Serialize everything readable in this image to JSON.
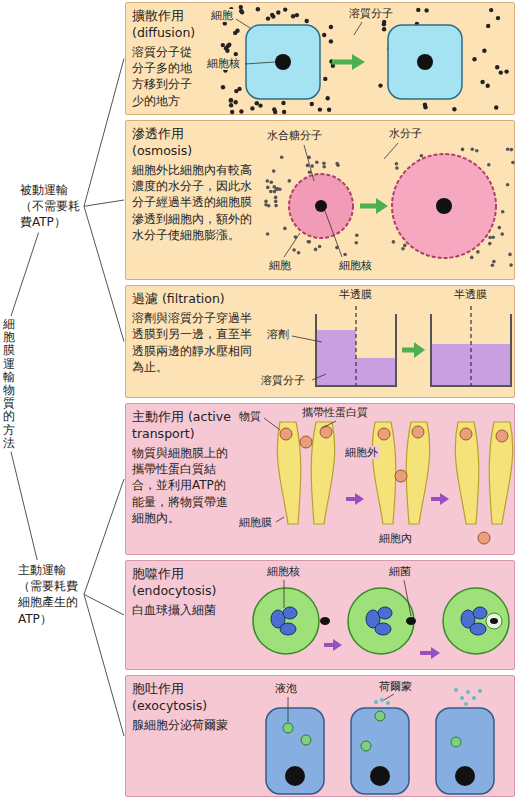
{
  "diagram": {
    "nodes": [
      {
        "text": [
          "細胞膜運輸物質的方法"
        ]
      },
      {
        "text": [
          "被動運輸（不需要耗費ATP）"
        ]
      },
      {
        "text": [
          "擴散作用 (diffusion)",
          "溶質分子從分子多的地方移到分子少的地方"
        ]
      },
      {
        "text": [
          "滲透作用 (osmosis)",
          "細胞外比細胞內有較高濃度的水分子，因此水分子經過半透的細胞膜滲透到細胞內，額外的水分子使細胞膨漲。"
        ]
      },
      {
        "text": [
          "過濾 (filtration)",
          "溶劑與溶質分子穿過半透膜到另一邊，直至半透膜兩邊的靜水壓相同為止。"
        ]
      },
      {
        "text": [
          "主動運輸（需要耗費細胞產生的ATP）"
        ]
      },
      {
        "text": [
          "主動作用 (active transport)",
          "物質與細胞膜上的攜帶性蛋白質結合，並利用ATP的能量，將物質帶進細胞內。"
        ]
      },
      {
        "text": [
          "胞噬作用 (endocytosis)",
          "白血球攝入細菌"
        ]
      },
      {
        "text": [
          "胞吐作用 (exocytosis)",
          "腺細胞分泌荷爾蒙"
        ]
      }
    ],
    "edges": [
      {
        "from": 0,
        "to": 1,
        "arrow": "none"
      },
      {
        "from": 1,
        "to": 2,
        "arrow": "none"
      },
      {
        "from": 1,
        "to": 3,
        "arrow": "none"
      },
      {
        "from": 1,
        "to": 4,
        "arrow": "none"
      },
      {
        "from": 0,
        "to": 5,
        "arrow": "none"
      },
      {
        "from": 5,
        "to": 6,
        "arrow": "none"
      },
      {
        "from": 5,
        "to": 7,
        "arrow": "none"
      },
      {
        "from": 5,
        "to": 8,
        "arrow": "none"
      }
    ],
    "labels": [
      "細胞",
      "溶質分子",
      "細胞核",
      "水合糖分子",
      "水分子",
      "細胞",
      "細胞核",
      "半透膜",
      "半透膜",
      "溶劑",
      "溶質分子",
      "物質",
      "攜帶性蛋白質",
      "細胞外",
      "細胞膜",
      "細胞內",
      "細胞核",
      "細菌",
      "液泡",
      "荷爾蒙"
    ]
  }
}
